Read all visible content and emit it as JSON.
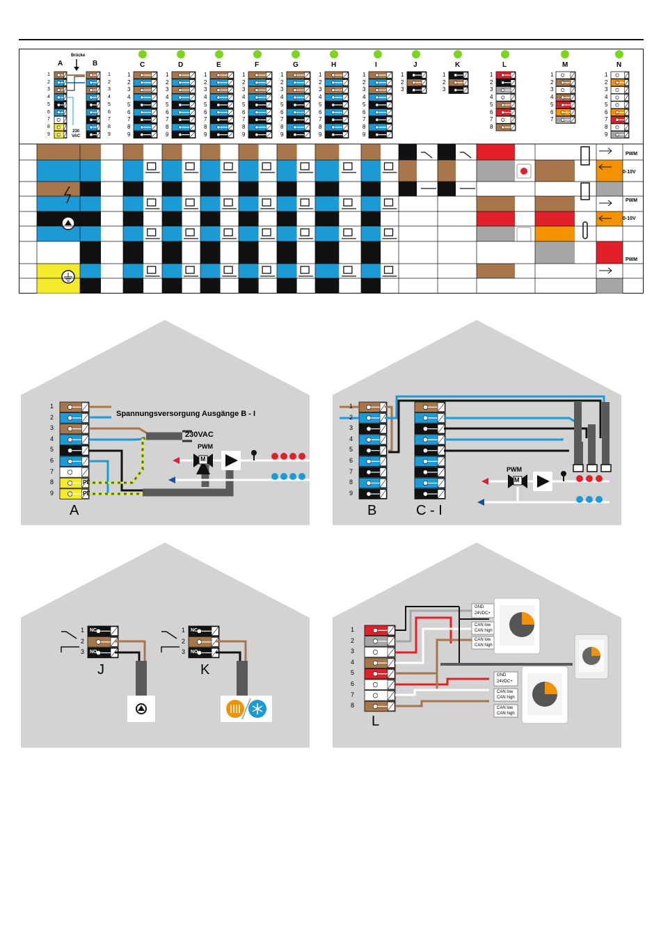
{
  "colors": {
    "brown": "#a8764b",
    "blue": "#1b9ad6",
    "black": "#111111",
    "white": "#ffffff",
    "yellow": "#f4ea2c",
    "red": "#e2202a",
    "grey": "#a6a6a6",
    "orange": "#f39200",
    "led_green": "#7ed321",
    "panel_grey": "#d3d3d3",
    "cable_grey": "#5a5a5a"
  },
  "top": {
    "bruecke": "Brücke",
    "a_label": "A",
    "b_label": "B",
    "vac": "230\nVAC",
    "connector_labels": [
      "C",
      "D",
      "E",
      "F",
      "G",
      "H",
      "I",
      "J",
      "K",
      "L",
      "M",
      "N"
    ]
  },
  "table": {
    "pwm1": "PWM",
    "v010_1": "0-10V",
    "pwm2": "PWM",
    "v010_2": "0-10V",
    "pwm3": "PWM"
  },
  "panel_a": {
    "supply_label": "Spannungsversorgung Ausgänge B - I",
    "vac_label": "230VAC",
    "pwm_label": "PWM",
    "motor": "M",
    "pe1": "PE",
    "pe2": "PE",
    "caption": "A",
    "numbers": [
      "1",
      "2",
      "3",
      "4",
      "5",
      "6",
      "7",
      "8",
      "9"
    ]
  },
  "panel_bc": {
    "pwm_label": "PWM",
    "motor": "M",
    "caption_b": "B",
    "caption_ci": "C - I",
    "numbers": [
      "1",
      "2",
      "3",
      "4",
      "5",
      "6",
      "7",
      "8",
      "9"
    ]
  },
  "panel_jk": {
    "nc": "NC",
    "no": "NO",
    "caption_j": "J",
    "caption_k": "K",
    "numbers": [
      "1",
      "2",
      "3"
    ]
  },
  "panel_l": {
    "caption": "L",
    "numbers": [
      "1",
      "2",
      "3",
      "4",
      "5",
      "6",
      "7",
      "8"
    ],
    "gnd": "GND",
    "v24": "24VDC+",
    "can_low": "CAN low",
    "can_high": "CAN high"
  }
}
